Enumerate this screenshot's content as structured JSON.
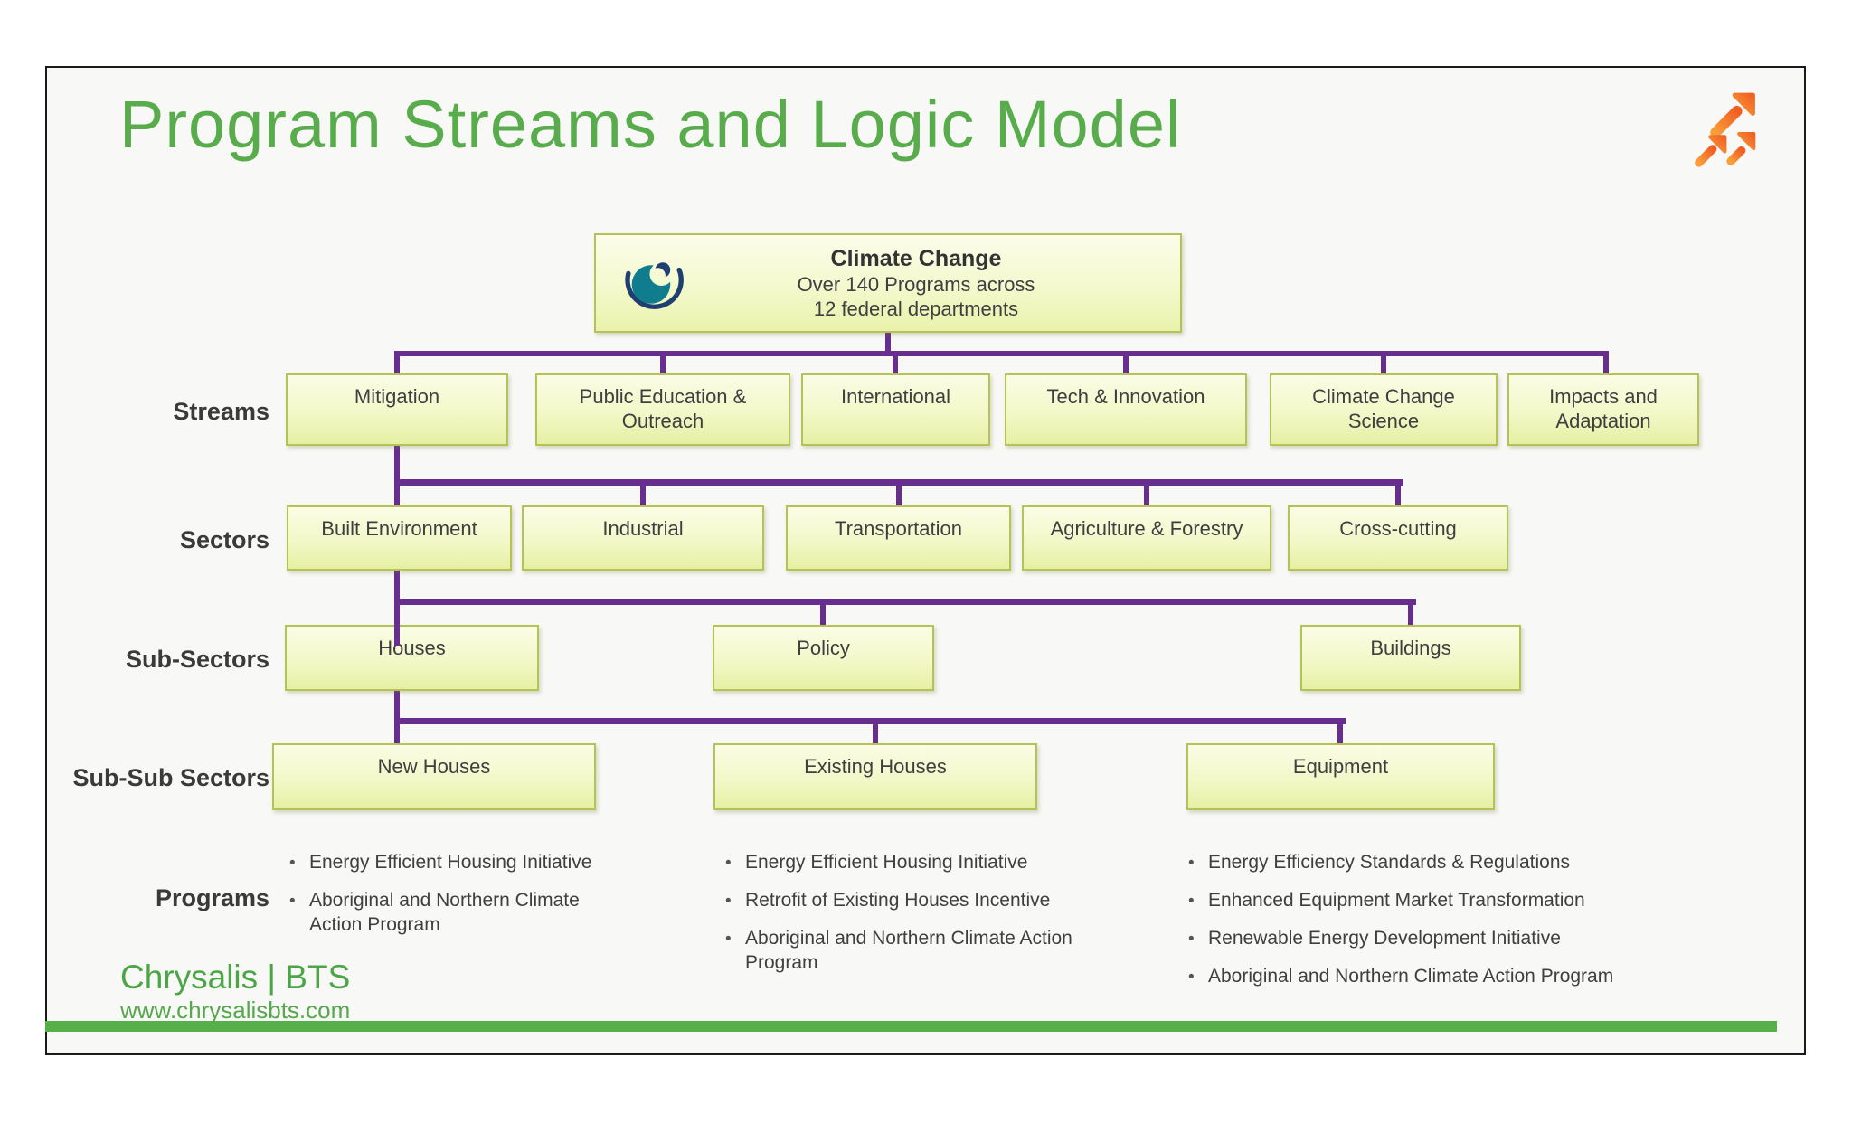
{
  "title": "Program Streams and Logic Model",
  "root_box": {
    "heading": "Climate Change",
    "line1": "Over 140 Programs across",
    "line2": "12 federal departments"
  },
  "row_labels": [
    "Streams",
    "Sectors",
    "Sub-Sectors",
    "Sub-Sub Sectors",
    "Programs"
  ],
  "streams": [
    "Mitigation",
    "Public Education & Outreach",
    "International",
    "Tech & Innovation",
    "Climate Change Science",
    "Impacts and Adaptation"
  ],
  "sectors": [
    "Built Environment",
    "Industrial",
    "Transportation",
    "Agriculture & Forestry",
    "Cross-cutting"
  ],
  "sub_sectors": [
    "Houses",
    "Policy",
    "Buildings"
  ],
  "sub_sub_sectors": [
    "New Houses",
    "Existing Houses",
    "Equipment"
  ],
  "programs": {
    "new_houses": [
      "Energy Efficient Housing Initiative",
      "Aboriginal and Northern Climate Action Program"
    ],
    "existing_houses": [
      "Energy Efficient Housing Initiative",
      "Retrofit of Existing Houses Incentive",
      "Aboriginal and Northern Climate Action Program"
    ],
    "equipment": [
      "Energy Efficiency Standards & Regulations",
      "Enhanced Equipment Market Transformation",
      "Renewable Energy Development Initiative",
      "Aboriginal and Northern Climate Action Program"
    ]
  },
  "footer": {
    "brand": "Chrysalis | BTS",
    "website": "www.chrysalisbts.com"
  },
  "icons": {
    "top_right": "growth-arrows-icon",
    "root_logo": "organization-logo-icon"
  },
  "colors": {
    "title_green": "#58ac4b",
    "connector_purple": "#672e8f",
    "box_border": "#b5c254",
    "box_fill_top": "#fafde6",
    "box_fill_bottom": "#e6f0a3",
    "footer_bar_green": "#55b04a",
    "arrow_orange_light": "#f89e3b",
    "arrow_orange_dark": "#f15f22",
    "logo_teal": "#0f7d8d",
    "logo_navy": "#1e3f70"
  }
}
